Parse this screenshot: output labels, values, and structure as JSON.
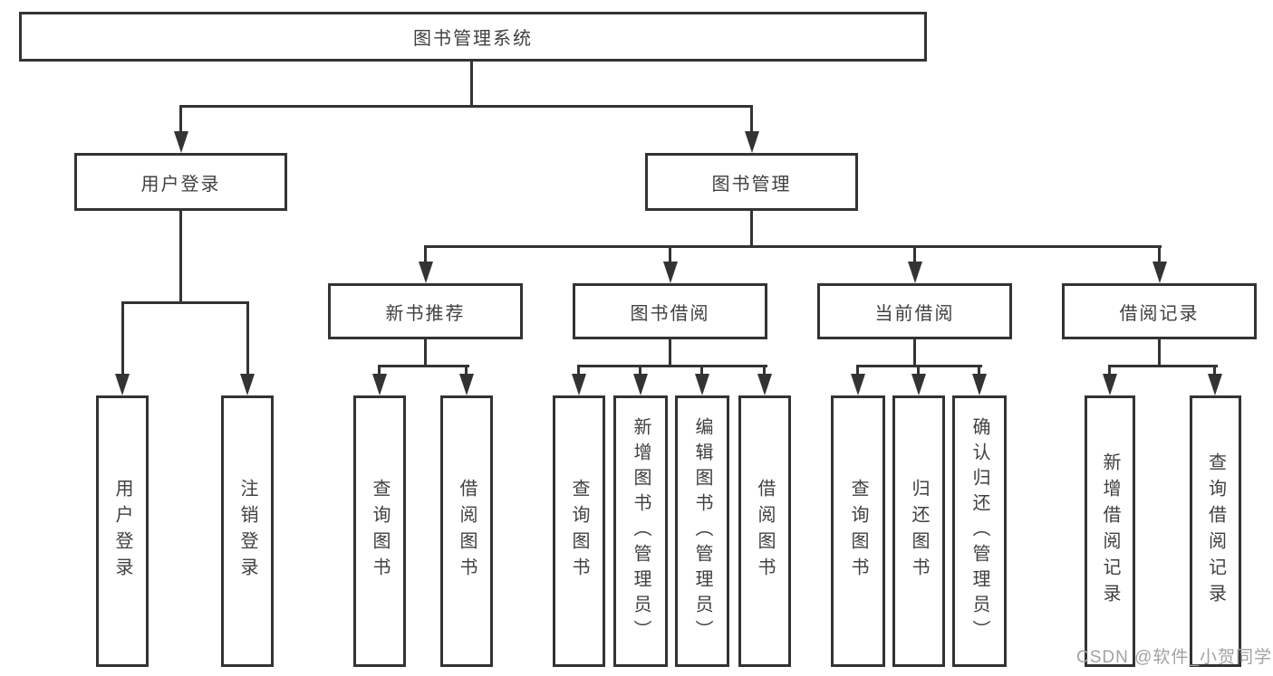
{
  "diagram": {
    "root": {
      "label": "图书管理系统"
    },
    "user_login": {
      "label": "用户登录",
      "children": [
        {
          "label": "用户登录"
        },
        {
          "label": "注销登录"
        }
      ]
    },
    "book_mgmt": {
      "label": "图书管理"
    },
    "new_book_rec": {
      "label": "新书推荐",
      "children": [
        {
          "label": "查询图书"
        },
        {
          "label": "借阅图书"
        }
      ]
    },
    "book_borrow": {
      "label": "图书借阅",
      "children": [
        {
          "label": "查询图书"
        },
        {
          "label": "新增图书（管理员）"
        },
        {
          "label": "编辑图书（管理员）"
        },
        {
          "label": "借阅图书"
        }
      ]
    },
    "current_borrow": {
      "label": "当前借阅",
      "children": [
        {
          "label": "查询图书"
        },
        {
          "label": "归还图书"
        },
        {
          "label": "确认归还（管理员）"
        }
      ]
    },
    "borrow_records": {
      "label": "借阅记录",
      "children": [
        {
          "label": "新增借阅记录"
        },
        {
          "label": "查询借阅记录"
        }
      ]
    }
  },
  "watermark": "CSDN @软件_小贺同学",
  "colors": {
    "line": "#333333",
    "text": "#404040",
    "watermark": "#a2a2a2",
    "background": "#ffffff"
  }
}
